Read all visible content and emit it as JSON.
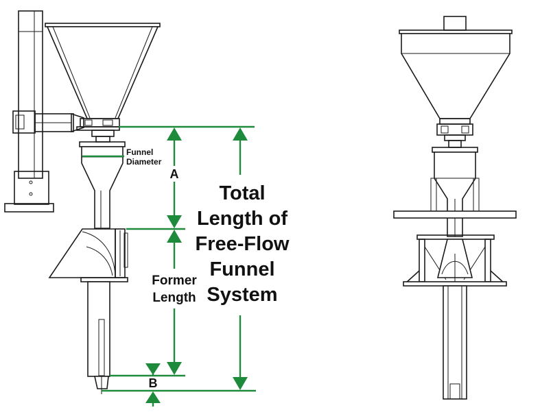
{
  "labels": {
    "funnel_diameter_line1": "Funnel",
    "funnel_diameter_line2": "Diameter",
    "dim_a": "A",
    "dim_b": "B",
    "former_length_line1": "Former",
    "former_length_line2": "Length",
    "total_line1": "Total",
    "total_line2": "Length of",
    "total_line3": "Free-Flow",
    "total_line4": "Funnel",
    "total_line5": "System"
  },
  "colors": {
    "dimension": "#1e8a3c",
    "outline": "#1a1a1a",
    "background": "#ffffff"
  }
}
